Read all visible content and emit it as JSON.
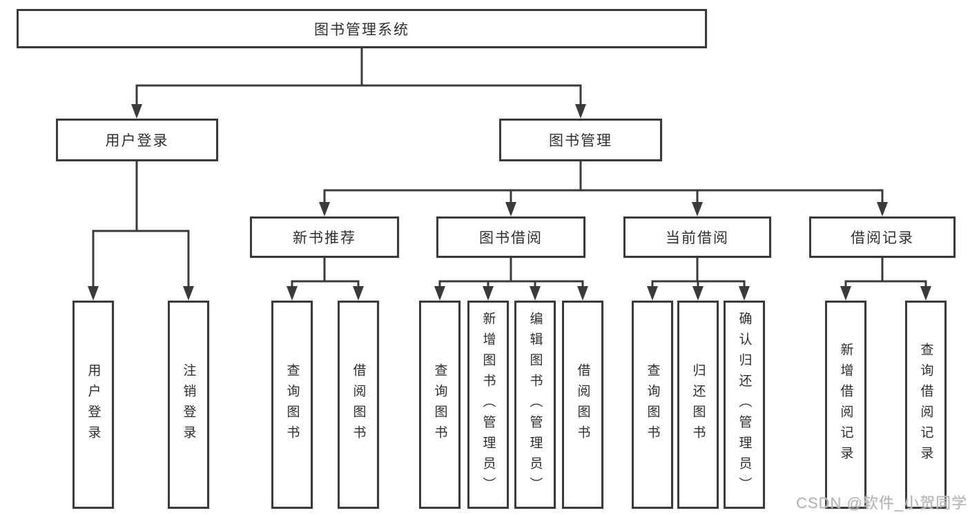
{
  "diagram": {
    "root": {
      "label": "图书管理系统"
    },
    "level2": {
      "user_login": {
        "label": "用户登录"
      },
      "book_management": {
        "label": "图书管理"
      }
    },
    "level3": {
      "new_books": {
        "label": "新书推荐"
      },
      "borrow": {
        "label": "图书借阅"
      },
      "current": {
        "label": "当前借阅"
      },
      "records": {
        "label": "借阅记录"
      }
    },
    "leaves": {
      "user_login": {
        "label": "用户登录"
      },
      "logout": {
        "label": "注销登录"
      },
      "nb_query": {
        "label": "查询图书"
      },
      "nb_borrow": {
        "label": "借阅图书"
      },
      "bw_query": {
        "label": "查询图书"
      },
      "bw_add": {
        "label": "新增图书（管理员）"
      },
      "bw_edit": {
        "label": "编辑图书（管理员）"
      },
      "bw_borrow": {
        "label": "借阅图书"
      },
      "cu_query": {
        "label": "查询图书"
      },
      "cu_return": {
        "label": "归还图书"
      },
      "cu_confirm": {
        "label": "确认归还（管理员）"
      },
      "rc_add": {
        "label": "新增借阅记录"
      },
      "rc_query": {
        "label": "查询借阅记录"
      }
    }
  },
  "watermark": {
    "text": "CSDN @软件_小贺同学"
  },
  "colors": {
    "line": "#3a3a3a",
    "text": "#2f2f2f",
    "background": "#ffffff",
    "watermark": "#b5b5b5"
  }
}
